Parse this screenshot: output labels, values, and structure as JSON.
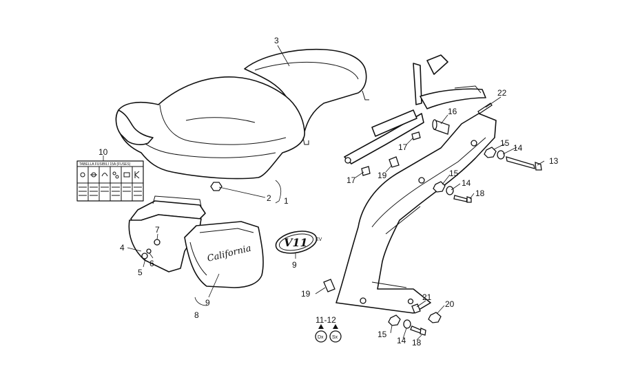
{
  "callouts": {
    "c1": "1",
    "c2": "2",
    "c3": "3",
    "c4": "4",
    "c5": "5",
    "c6": "6",
    "c7": "7",
    "c8": "8",
    "c9a": "9",
    "c9b": "9",
    "c10": "10",
    "c11_12": "11-12",
    "c13": "13",
    "c14a": "14",
    "c14b": "14",
    "c14c": "14",
    "c15a": "15",
    "c15b": "15",
    "c15c": "15",
    "c16": "16",
    "c17a": "17",
    "c17b": "17",
    "c18a": "18",
    "c18b": "18",
    "c19a": "19",
    "c19b": "19",
    "c20": "20",
    "c21": "21",
    "c22": "22"
  },
  "fuse_label": {
    "heading": "TABELLA FUSIBILI 15A (FUSES)"
  },
  "badge": {
    "model": "V11",
    "suffix": "EV"
  },
  "side_panel": {
    "script_text": "California"
  },
  "sides": {
    "right": "Dx",
    "left": "Sx"
  }
}
